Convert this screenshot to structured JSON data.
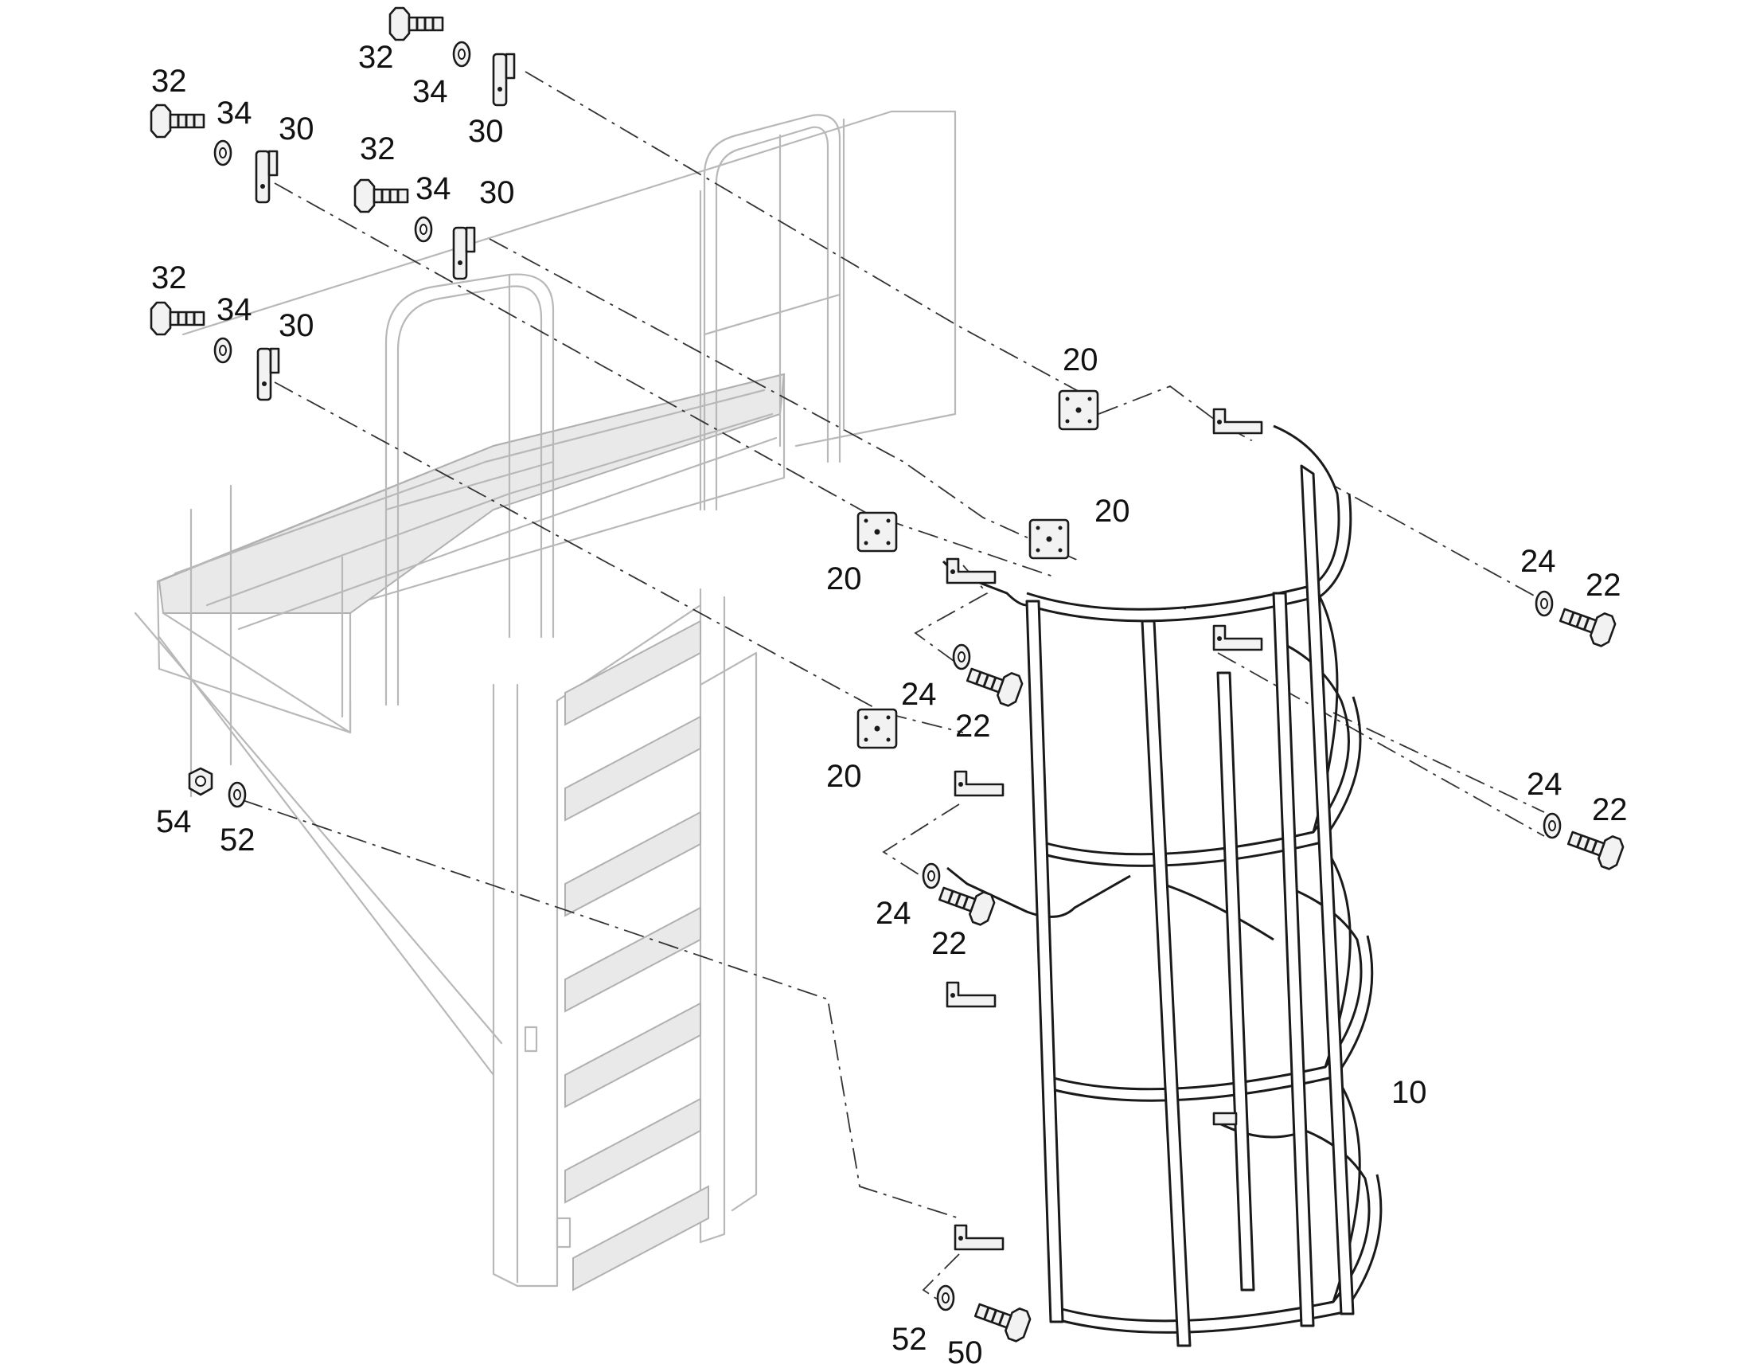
{
  "part_labels": [
    {
      "id": "p1",
      "text": "32"
    },
    {
      "id": "p2",
      "text": "34"
    },
    {
      "id": "p3",
      "text": "30"
    },
    {
      "id": "p4",
      "text": "32"
    },
    {
      "id": "p5",
      "text": "34"
    },
    {
      "id": "p6",
      "text": "30"
    },
    {
      "id": "p7",
      "text": "32"
    },
    {
      "id": "p8",
      "text": "34"
    },
    {
      "id": "p9",
      "text": "30"
    },
    {
      "id": "p10",
      "text": "32"
    },
    {
      "id": "p11",
      "text": "34"
    },
    {
      "id": "p12",
      "text": "30"
    },
    {
      "id": "p13",
      "text": "20"
    },
    {
      "id": "p14",
      "text": "20"
    },
    {
      "id": "p15",
      "text": "20"
    },
    {
      "id": "p16",
      "text": "20"
    },
    {
      "id": "p17",
      "text": "24"
    },
    {
      "id": "p18",
      "text": "22"
    },
    {
      "id": "p19",
      "text": "24"
    },
    {
      "id": "p20",
      "text": "22"
    },
    {
      "id": "p21",
      "text": "24"
    },
    {
      "id": "p22",
      "text": "22"
    },
    {
      "id": "p23",
      "text": "24"
    },
    {
      "id": "p24",
      "text": "22"
    },
    {
      "id": "p25",
      "text": "54"
    },
    {
      "id": "p26",
      "text": "52"
    },
    {
      "id": "p27",
      "text": "52"
    },
    {
      "id": "p28",
      "text": "50"
    },
    {
      "id": "p29",
      "text": "10"
    }
  ]
}
